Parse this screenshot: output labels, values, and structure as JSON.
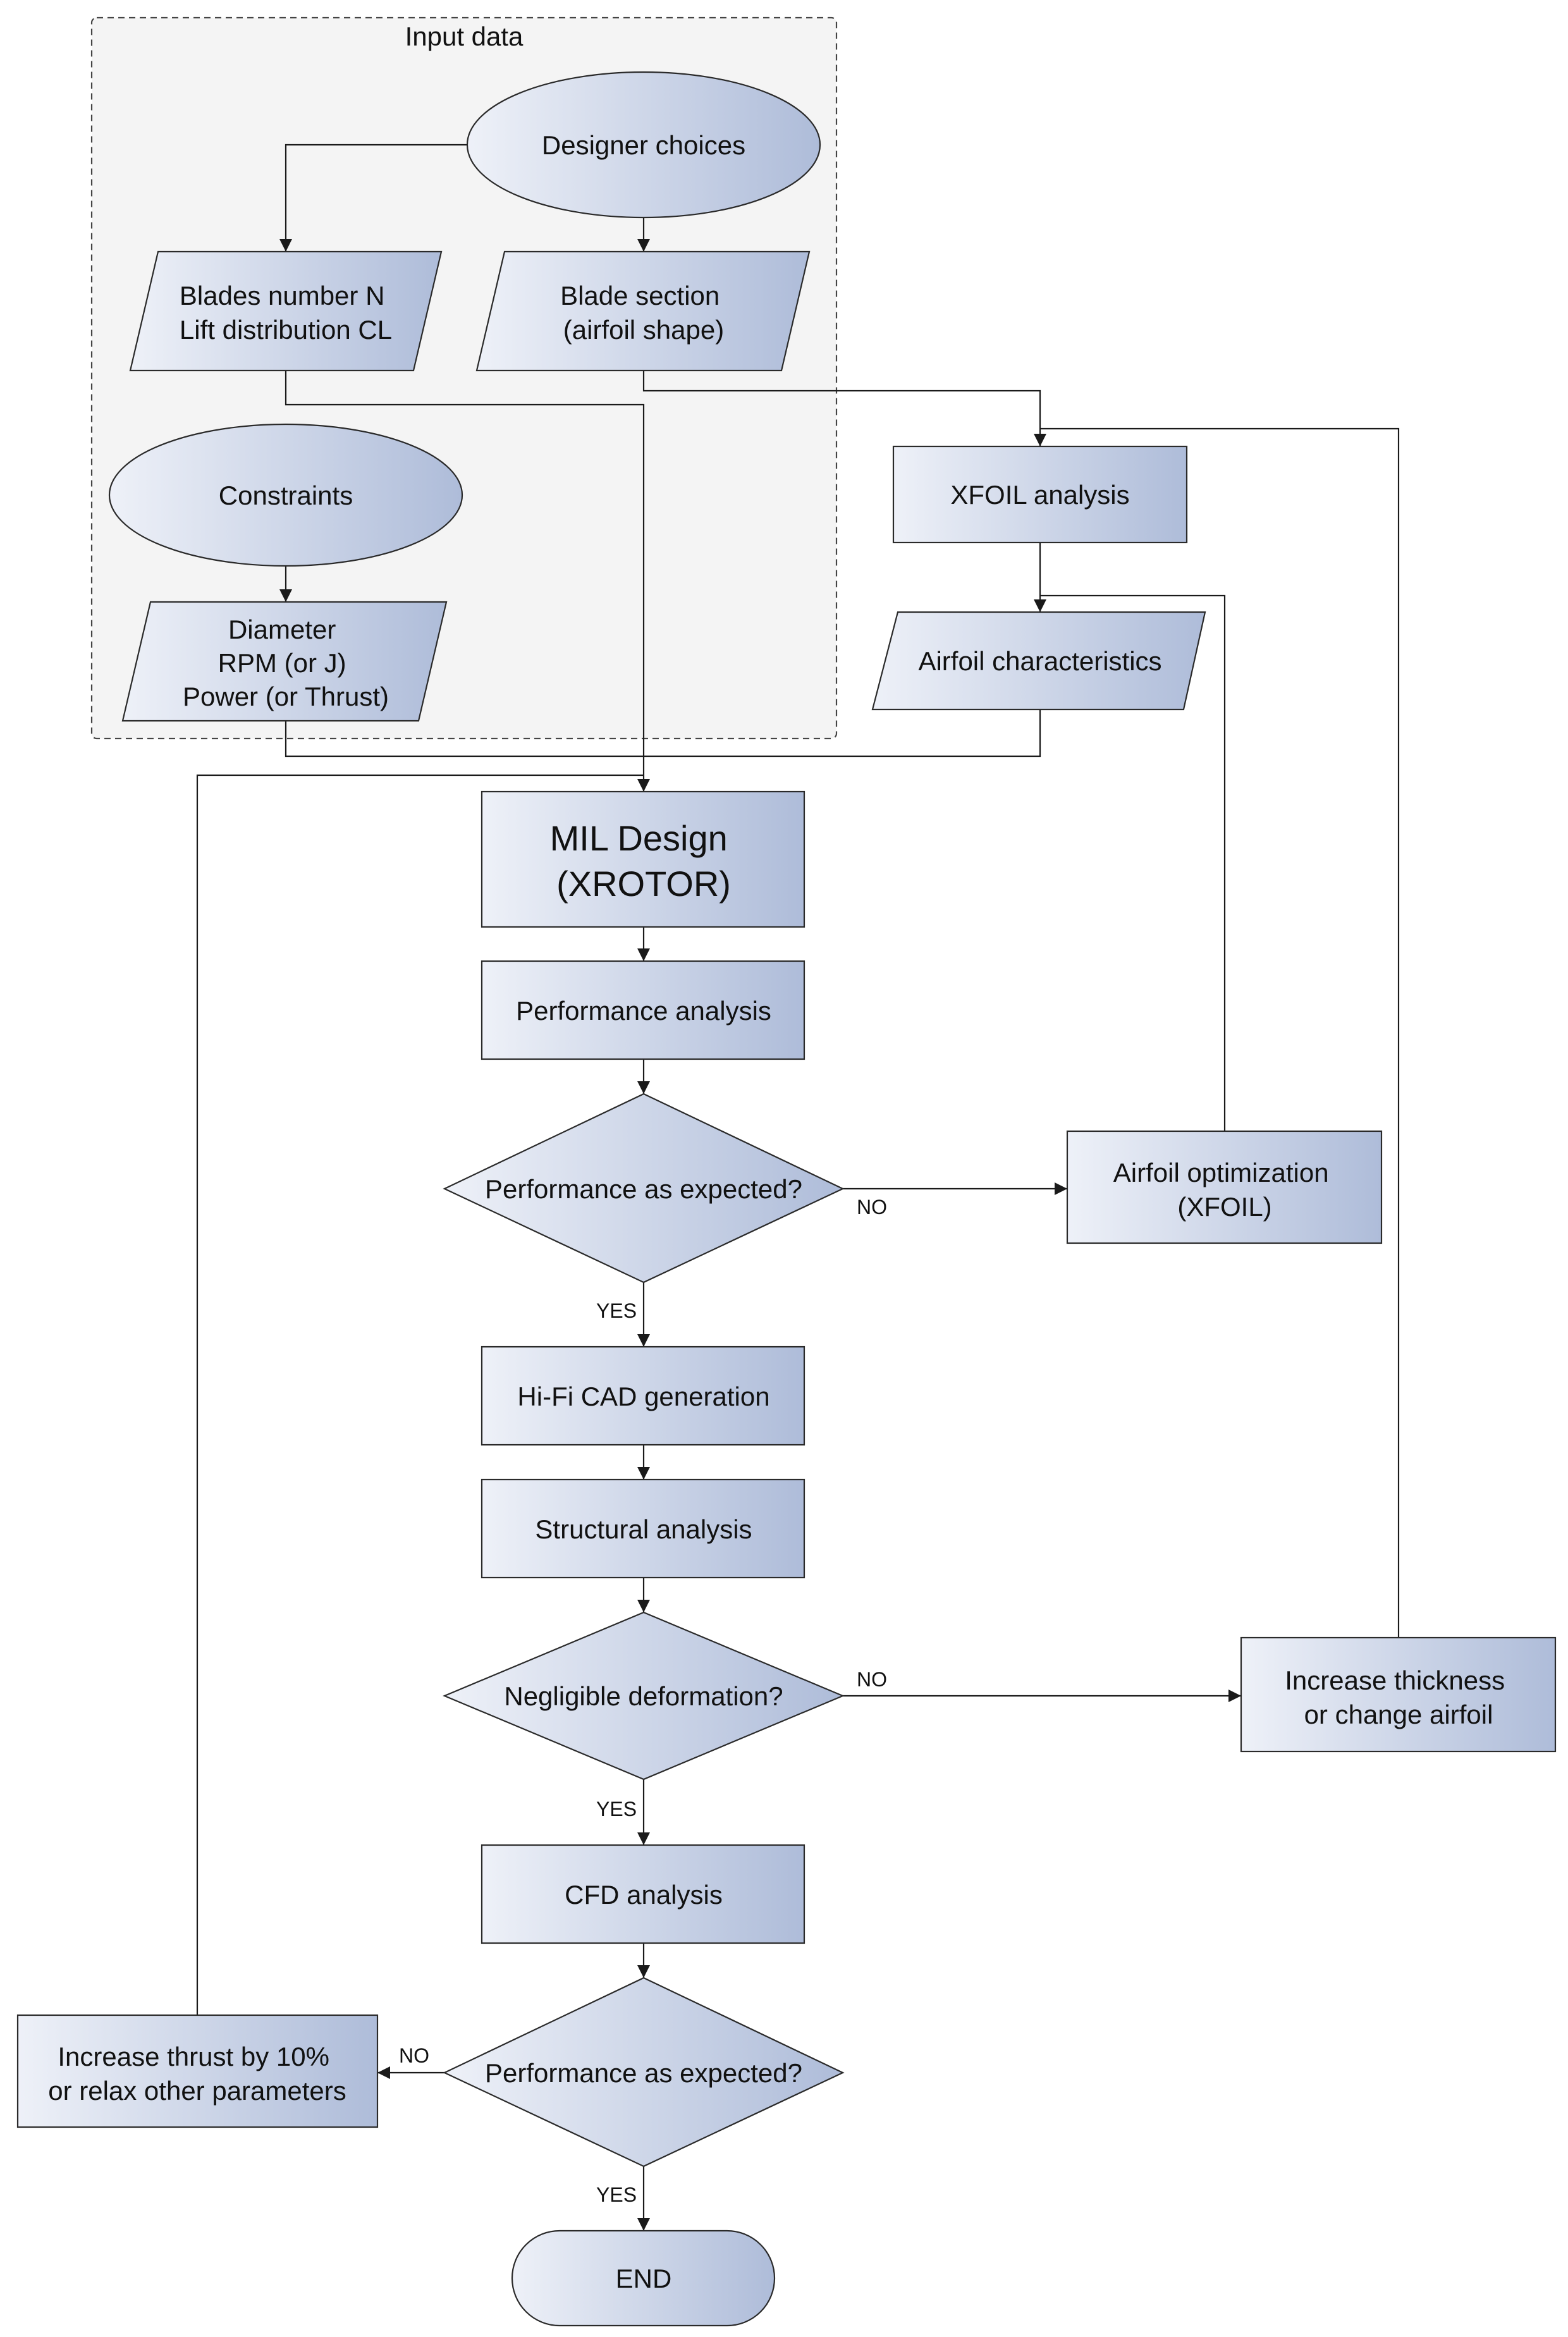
{
  "group": {
    "title": "Input data"
  },
  "nodes": {
    "designer_choices": "Designer choices",
    "blades": [
      "Blades number N",
      "Lift distribution CL"
    ],
    "blade_section": [
      "Blade section",
      "(airfoil shape)"
    ],
    "constraints": "Constraints",
    "diameter": [
      "Diameter",
      "RPM (or J)",
      "Power (or Thrust)"
    ],
    "xfoil_analysis": "XFOIL analysis",
    "airfoil_characteristics": "Airfoil characteristics",
    "mil_design": [
      "MIL Design",
      "(XROTOR)"
    ],
    "performance_analysis": "Performance analysis",
    "decision1": "Performance as expected?",
    "airfoil_optimization": [
      "Airfoil optimization",
      "(XFOIL)"
    ],
    "hifi_cad": "Hi-Fi CAD generation",
    "structural_analysis": "Structural analysis",
    "decision2": "Negligible deformation?",
    "increase_thickness": [
      "Increase thickness",
      "or change airfoil"
    ],
    "cfd_analysis": "CFD analysis",
    "decision3": "Performance as expected?",
    "increase_thrust": [
      "Increase thrust by 10%",
      "or relax other parameters"
    ],
    "end": "END"
  },
  "edge_labels": {
    "d1_no": "NO",
    "d1_yes": "YES",
    "d2_no": "NO",
    "d2_yes": "YES",
    "d3_no": "NO",
    "d3_yes": "YES"
  },
  "colors": {
    "shape_fill_start": "#eef1f8",
    "shape_fill_end": "#aebcd9",
    "group_fill": "#f4f4f4",
    "stroke": "#2a2a2a"
  }
}
